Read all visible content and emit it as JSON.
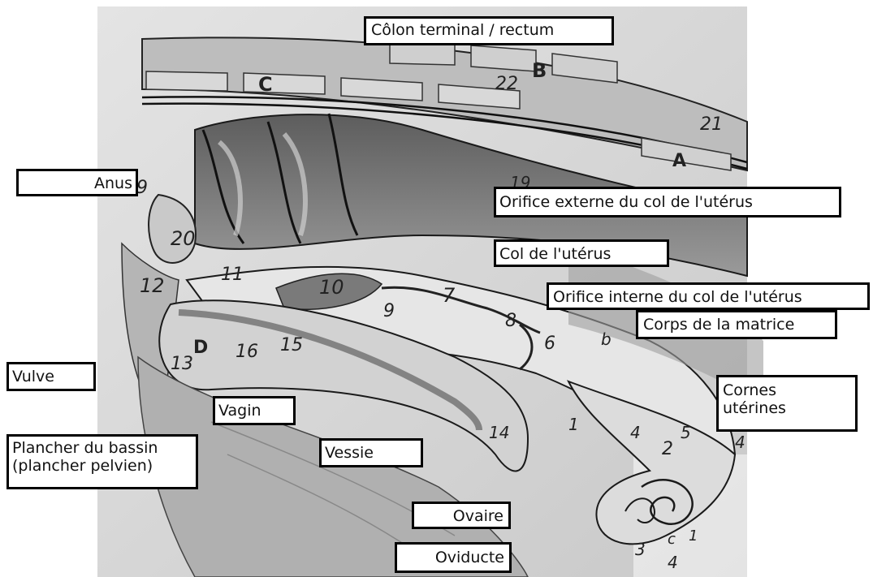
{
  "labels": {
    "colon": "Côlon terminal / rectum",
    "anus": "Anus",
    "orifice_externe": "Orifice externe du col de l'utérus",
    "col_uterus": "Col de l'utérus",
    "orifice_interne": "Orifice interne du col de l'utérus",
    "corps_matrice": "Corps de la matrice",
    "cornes_line1": "Cornes",
    "cornes_line2": "utérines",
    "vulve": "Vulve",
    "vagin": "Vagin",
    "plancher_line1": "Plancher du bassin",
    "plancher_line2": "(plancher pelvien)",
    "vessie": "Vessie",
    "ovaire": "Ovaire",
    "oviducte": "Oviducte"
  },
  "figure_marks": {
    "letters": [
      "A",
      "B",
      "C",
      "D",
      "b",
      "c"
    ],
    "numbers": [
      "1",
      "2",
      "3",
      "4",
      "5",
      "6",
      "7",
      "8",
      "9",
      "10",
      "11",
      "12",
      "13",
      "14",
      "15",
      "16",
      "19",
      "20",
      "21",
      "22"
    ]
  },
  "colors": {
    "paper": "#d9d9d9",
    "tissue_dark": "#6e6e6e",
    "tissue_mid": "#a8a8a8",
    "tissue_light": "#ededed",
    "ink": "#1a1a1a",
    "label_border": "#000000",
    "label_bg": "#ffffff"
  }
}
